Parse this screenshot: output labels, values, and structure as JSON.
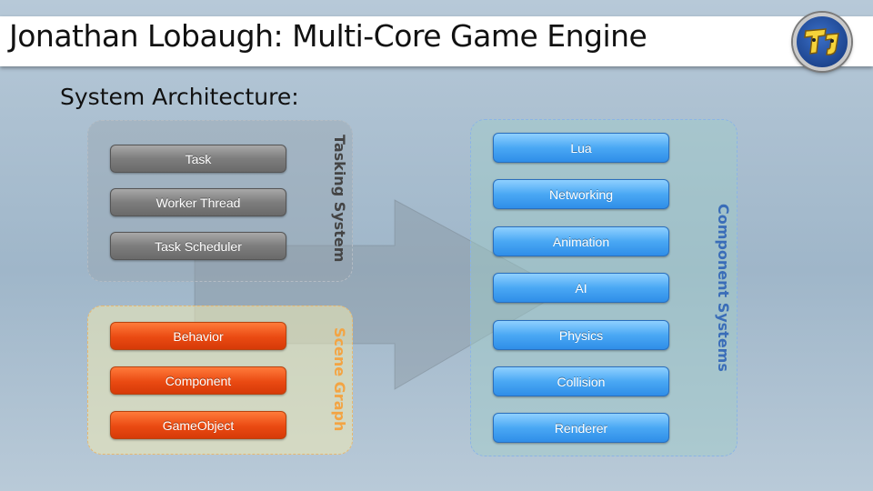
{
  "title": "Jonathan Lobaugh: Multi-Core Game Engine",
  "subtitle": "System Architecture:",
  "logo_icon": "tj-monogram-logo",
  "groups": {
    "tasking": {
      "label": "Tasking System",
      "items": [
        "Task",
        "Worker Thread",
        "Task Scheduler"
      ],
      "color": "#7d7d7d"
    },
    "scene": {
      "label": "Scene Graph",
      "items": [
        "Behavior",
        "Component",
        "GameObject"
      ],
      "color": "#ea4a12"
    },
    "components": {
      "label": "Component Systems",
      "items": [
        "Lua",
        "Networking",
        "Animation",
        "AI",
        "Physics",
        "Collision",
        "Renderer"
      ],
      "color": "#4aa8f4"
    }
  },
  "colors": {
    "scene_label": "#f3a443",
    "component_label": "#3a6db8",
    "tasking_label": "#444444"
  }
}
